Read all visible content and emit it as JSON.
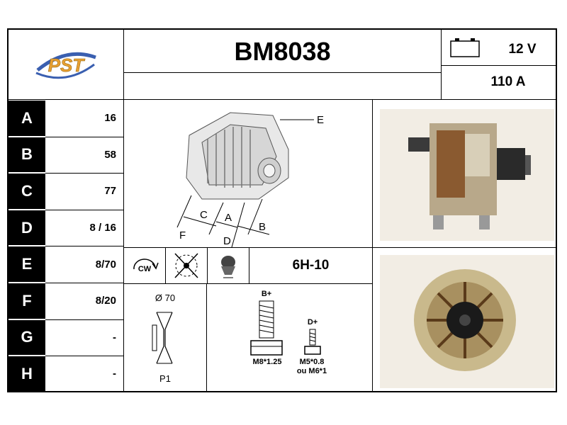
{
  "header": {
    "logo_text": "PST",
    "part_number": "BM8038",
    "voltage": "12 V",
    "amperage": "110 A",
    "battery_icon": "battery-icon"
  },
  "dimensions": [
    {
      "letter": "A",
      "value": "16"
    },
    {
      "letter": "B",
      "value": "58"
    },
    {
      "letter": "C",
      "value": "77"
    },
    {
      "letter": "D",
      "value": "8 / 16"
    },
    {
      "letter": "E",
      "value": "8/70"
    },
    {
      "letter": "F",
      "value": "8/20"
    },
    {
      "letter": "G",
      "value": "-"
    },
    {
      "letter": "H",
      "value": "-"
    }
  ],
  "diagram": {
    "callouts": {
      "e": "E",
      "c": "C",
      "a": "A",
      "b": "B",
      "f": "F",
      "d": "D"
    }
  },
  "specs": {
    "rotation": "CW",
    "regulator_code": "6H-10",
    "pulley_diameter": "Ø 70",
    "pulley_type": "P1",
    "terminal_b_label": "B+",
    "terminal_b_thread": "M8*1.25",
    "terminal_d_label": "D+",
    "terminal_d_thread_1": "M5*0.8",
    "terminal_d_thread_2": "ou M6*1"
  },
  "icons": {
    "rotation": "rotation-cw-icon",
    "no_fan": "crossed-fan-icon",
    "regulator": "regulator-icon"
  },
  "colors": {
    "black": "#000000",
    "logo_orange": "#e8a032",
    "logo_blue": "#3a5fb0"
  }
}
